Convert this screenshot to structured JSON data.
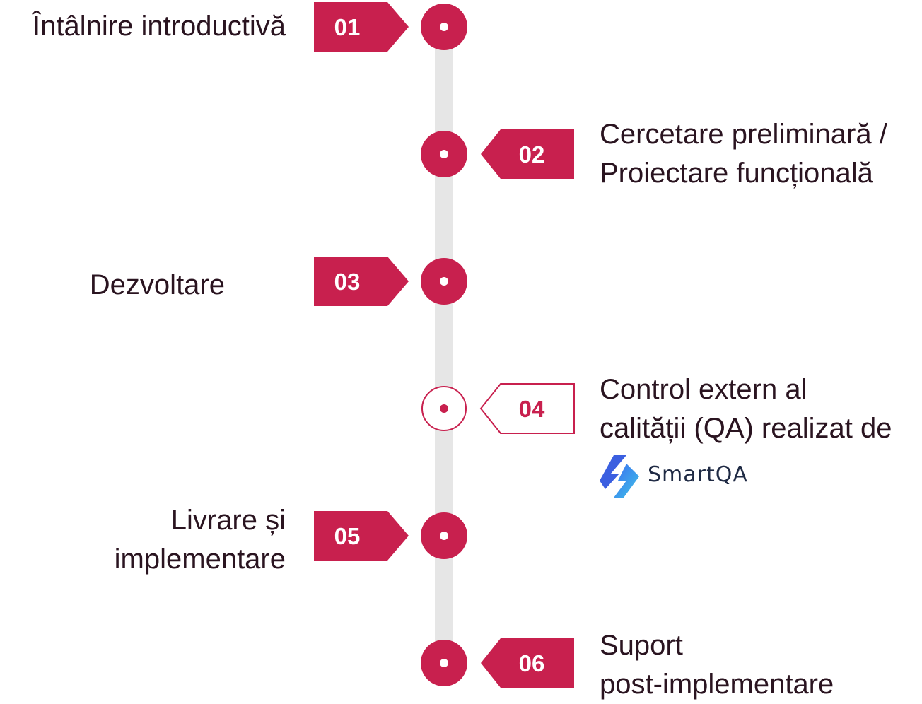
{
  "colors": {
    "accent": "#c8204e",
    "rail": "#e6e6e6",
    "text": "#2a1420",
    "logo_text": "#1f2a44",
    "logo_gradient": [
      "#3b6df0",
      "#3fc3e8"
    ]
  },
  "steps": [
    {
      "number": "01",
      "side": "left",
      "style": "filled",
      "label_lines": [
        "Întâlnire introductivă"
      ]
    },
    {
      "number": "02",
      "side": "right",
      "style": "filled",
      "label_lines": [
        "Cercetare preliminară /",
        "Proiectare funcțională"
      ]
    },
    {
      "number": "03",
      "side": "left",
      "style": "filled",
      "label_lines": [
        "Dezvoltare"
      ]
    },
    {
      "number": "04",
      "side": "right",
      "style": "outline",
      "label_lines": [
        "Control extern al",
        "calității (QA) realizat de"
      ]
    },
    {
      "number": "05",
      "side": "left",
      "style": "filled",
      "label_lines": [
        "Livrare și",
        "implementare"
      ]
    },
    {
      "number": "06",
      "side": "right",
      "style": "filled",
      "label_lines": [
        "Suport",
        "post-implementare"
      ]
    }
  ],
  "logo": {
    "name": "SmartQA",
    "icon": "smartqa-logo-icon"
  }
}
